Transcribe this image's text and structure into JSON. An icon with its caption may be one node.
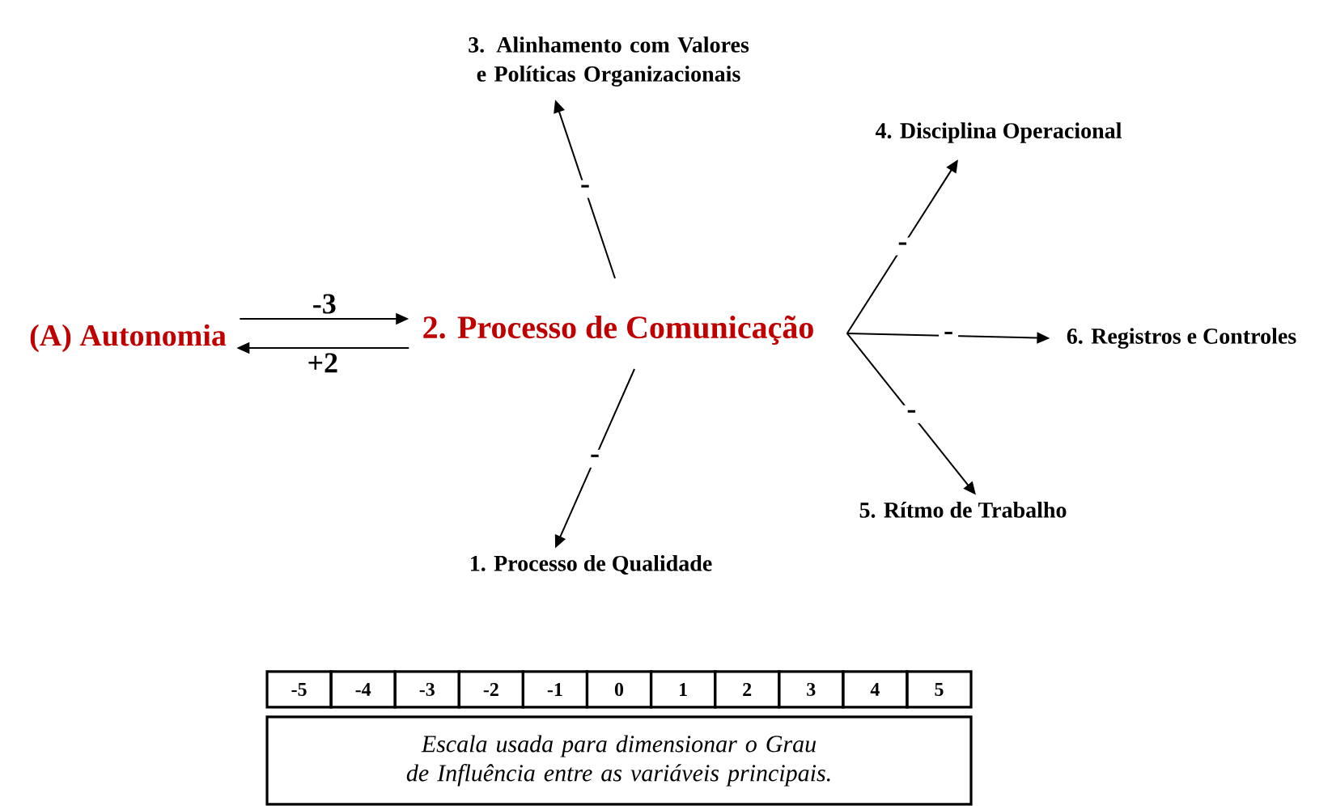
{
  "diagram": {
    "nodes": [
      {
        "text": [
          "(A) Autonomia"
        ]
      },
      {
        "text": [
          "2. Processo de Comunicação"
        ]
      },
      {
        "text": [
          "3. Alinhamento com Valores e Políticas Organizacionais"
        ]
      },
      {
        "text": [
          "4. Disciplina Operacional"
        ]
      },
      {
        "text": [
          "6. Registros e Controles"
        ]
      },
      {
        "text": [
          "5. Rítmo de Trabalho"
        ]
      },
      {
        "text": [
          "1. Processo de Qualidade"
        ]
      }
    ],
    "edges": [
      {
        "from": 0,
        "to": 1,
        "arrow": "to",
        "label": "-3"
      },
      {
        "from": 1,
        "to": 0,
        "arrow": "to",
        "label": "+2"
      },
      {
        "from": 1,
        "to": 2,
        "arrow": "to",
        "label": "-"
      },
      {
        "from": 1,
        "to": 3,
        "arrow": "to",
        "label": "-"
      },
      {
        "from": 1,
        "to": 4,
        "arrow": "to",
        "label": "-"
      },
      {
        "from": 1,
        "to": 5,
        "arrow": "to",
        "label": "-"
      },
      {
        "from": 1,
        "to": 6,
        "arrow": "to",
        "label": "-"
      }
    ],
    "labels": [
      "-5",
      "-4",
      "-3",
      "-2",
      "-1",
      "0",
      "1",
      "2",
      "3",
      "4",
      "5",
      "Escala usada para dimensionar o Grau de Influência entre as variáveis principais."
    ]
  }
}
